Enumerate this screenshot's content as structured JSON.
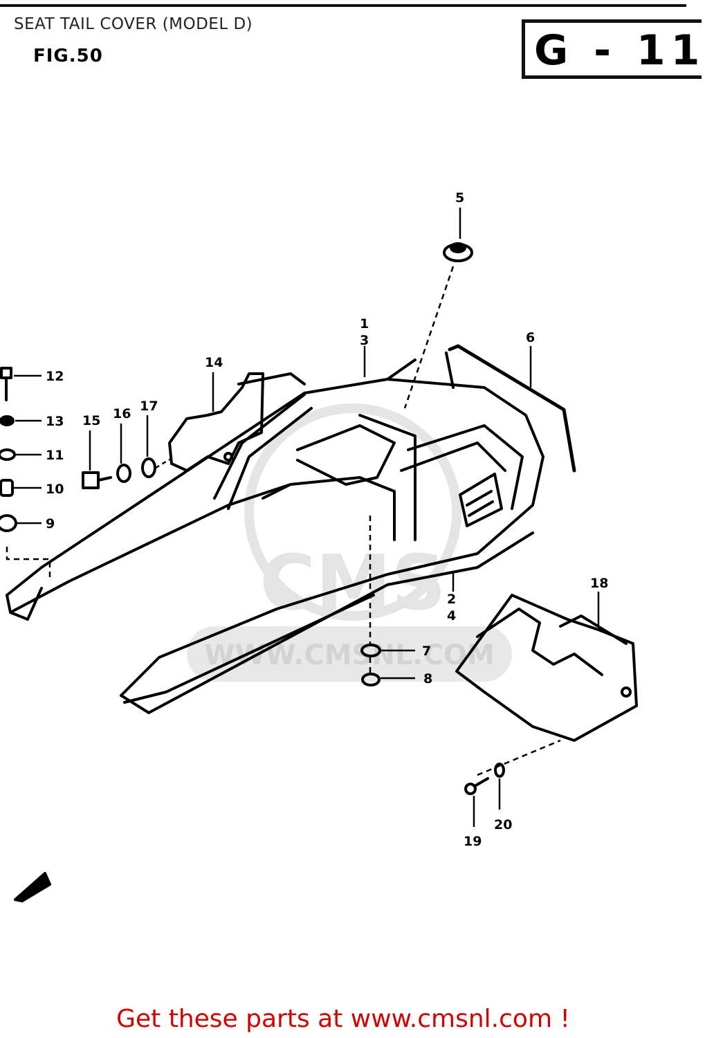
{
  "title": "SEAT TAIL COVER (MODEL D)",
  "figure_label": "FIG.50",
  "group_code": "G - 11",
  "watermark_url": "WWW.CMSNL.COM",
  "watermark_logo": "CMS",
  "callouts": {
    "c1": "1",
    "c3": "3",
    "c2": "2",
    "c4": "4",
    "c5": "5",
    "c6": "6",
    "c7": "7",
    "c8": "8",
    "c9": "9",
    "c10": "10",
    "c11": "11",
    "c12": "12",
    "c13": "13",
    "c14": "14",
    "c15": "15",
    "c16": "16",
    "c17": "17",
    "c18": "18",
    "c19": "19",
    "c20": "20"
  },
  "footer": "Get these parts at www.cmsnl.com !",
  "colors": {
    "footer": "#d40000",
    "ink": "#000000",
    "watermark": "#e2e2e2"
  }
}
